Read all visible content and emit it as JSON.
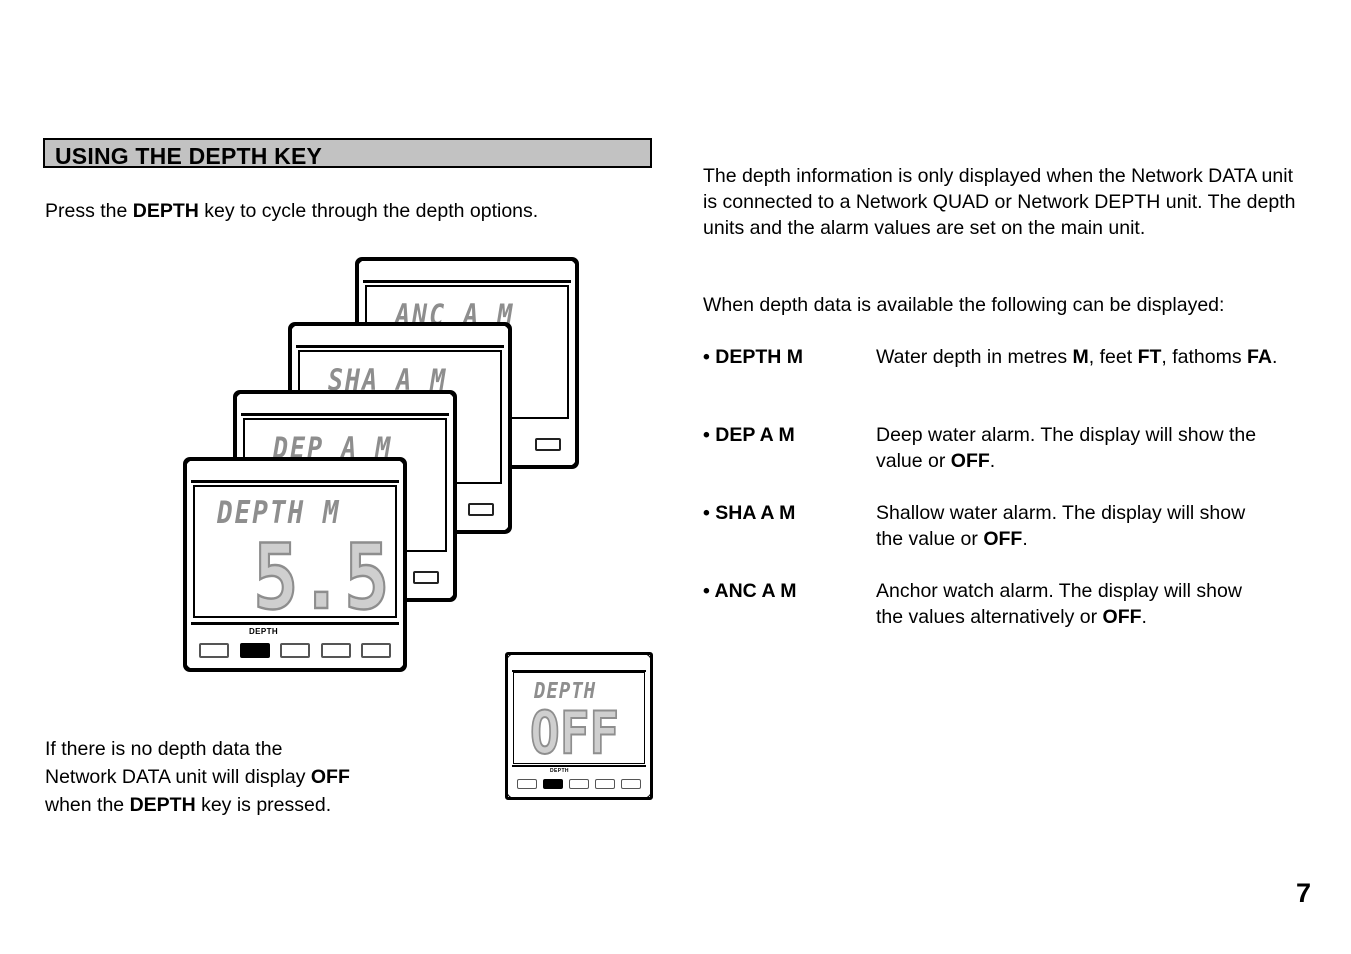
{
  "header": {
    "title": "USING THE DEPTH KEY"
  },
  "intro": {
    "before": "Press the ",
    "bold": "DEPTH",
    "after": " key to cycle through the depth options."
  },
  "no_data_note": {
    "line1": "If there is no depth data the",
    "line2a": "Network DATA unit will display ",
    "line2b": "OFF",
    "line3a": "when the ",
    "line3b": "DEPTH",
    "line3c": " key is pressed."
  },
  "devices": {
    "stack": [
      {
        "id": "anc",
        "lcd_label": "ANC A   M"
      },
      {
        "id": "sha",
        "lcd_label": "SHA A   M"
      },
      {
        "id": "dep",
        "lcd_label": "DEP A   M"
      },
      {
        "id": "depth",
        "lcd_label": "DEPTH  M",
        "lcd_value": "5.5"
      }
    ],
    "keypad_label": "DEPTH",
    "keys": [
      "key-1",
      "key-2-depth",
      "key-3",
      "key-4",
      "key-5"
    ],
    "active_key_index": 1,
    "off_unit": {
      "lcd_label": "DEPTH",
      "lcd_value": "OFF",
      "keypad_label": "DEPTH"
    }
  },
  "right": {
    "para1": "The depth information is only displayed when the Network DATA unit is connected to a Network QUAD or Network DEPTH unit. The depth units and the alarm values are set on the main unit.",
    "para2": "When depth data is available the following can be displayed:",
    "bullets": [
      {
        "term": "• DEPTH M",
        "desc_parts": [
          "Water depth in metres ",
          "M",
          ", feet ",
          "FT",
          ", fathoms ",
          "FA",
          "."
        ]
      },
      {
        "term": "• DEP A M",
        "desc_parts": [
          "Deep water alarm. The display will show the value or ",
          "OFF",
          "."
        ]
      },
      {
        "term": "• SHA A M",
        "desc_parts": [
          "Shallow water alarm. The display will show the value or ",
          "OFF",
          "."
        ]
      },
      {
        "term": "• ANC A M",
        "desc_parts": [
          "Anchor watch alarm. The display will show the values alternatively or ",
          "OFF",
          "."
        ]
      }
    ]
  },
  "page_number": "7",
  "colors": {
    "header_bg": "#c2c2c2",
    "lcd_label": "#8e8e8e",
    "lcd_digit_fill": "#cfcfcf",
    "lcd_digit_stroke": "#8e8e8e",
    "border": "#000000"
  }
}
